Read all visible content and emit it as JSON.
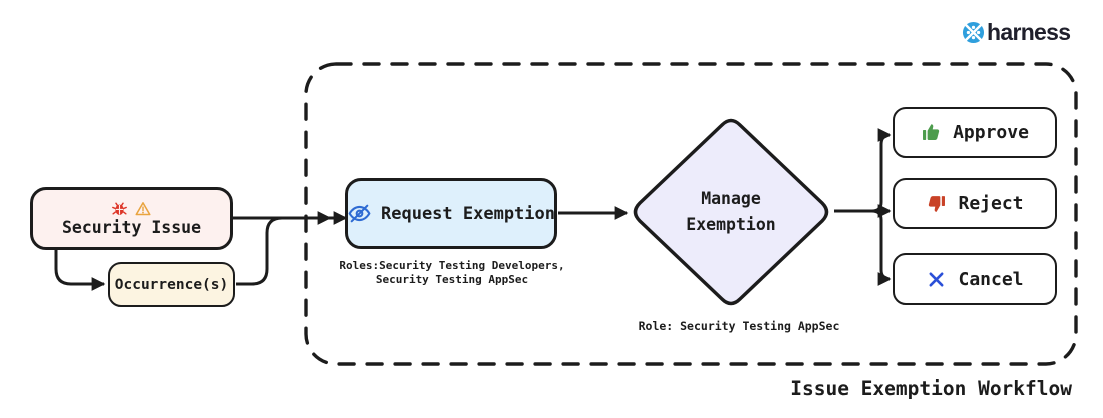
{
  "brand": {
    "name": "harness",
    "icon": "harness-logo-icon",
    "icon_color": "#2f9fdd",
    "text_color": "#20202c"
  },
  "workflow": {
    "title": "Issue Exemption Workflow"
  },
  "nodes": {
    "security_issue": {
      "label": "Security Issue",
      "icons": [
        "bug-icon",
        "warning-icon"
      ],
      "bg": "#fdf1ef"
    },
    "occurrence": {
      "label": "Occurrence(s)",
      "bg": "#fcf4e1"
    },
    "request_exemption": {
      "label": "Request Exemption",
      "icon": "eye-off-icon",
      "bg": "#def0fc",
      "roles_line1": "Roles:Security Testing Developers,",
      "roles_line2": "Security Testing AppSec"
    },
    "manage_exemption": {
      "label": "Manage Exemption",
      "role_caption": "Role: Security Testing AppSec",
      "bg": "#edecfb"
    },
    "approve": {
      "label": "Approve",
      "icon": "thumbs-up-icon",
      "icon_color": "#4d9c4d"
    },
    "reject": {
      "label": "Reject",
      "icon": "thumbs-down-icon",
      "icon_color": "#c94227"
    },
    "cancel": {
      "label": "Cancel",
      "icon": "x-icon",
      "icon_color": "#2b50d8"
    }
  },
  "colors": {
    "stroke": "#1c1c1c",
    "bug_red": "#dd3628",
    "warning_orange": "#e9a440",
    "eye_blue": "#2e6bd3"
  }
}
